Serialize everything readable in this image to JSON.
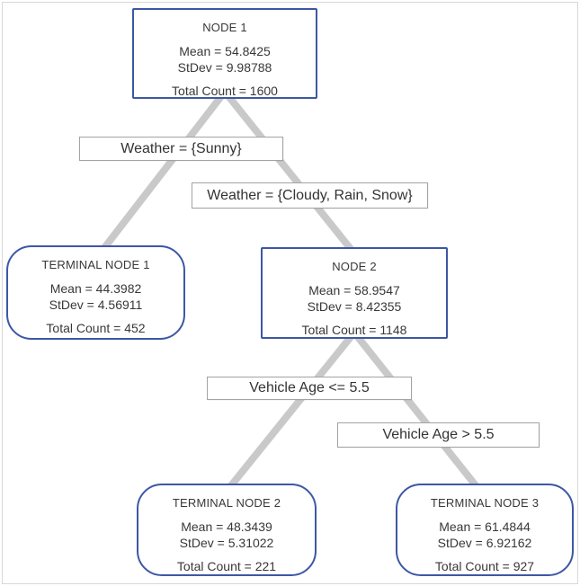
{
  "colors": {
    "background": "#ffffff",
    "frame_border": "#d7d7d7",
    "node_border": "#3d57a5",
    "node_fill": "#ffffff",
    "edge_line": "#c9c9c9",
    "edge_label_border": "#a3a3a3",
    "text": "#383838"
  },
  "tree": {
    "type": "decision-tree",
    "nodes": [
      {
        "title": "NODE 1",
        "shape": "rect",
        "mean": "Mean = 54.8425",
        "stdev": "StDev = 9.98788",
        "count": "Total Count = 1600"
      },
      {
        "title": "TERMINAL NODE 1",
        "shape": "rounded",
        "mean": "Mean = 44.3982",
        "stdev": "StDev = 4.56911",
        "count": "Total Count = 452"
      },
      {
        "title": "NODE 2",
        "shape": "rect",
        "mean": "Mean = 58.9547",
        "stdev": "StDev = 8.42355",
        "count": "Total Count = 1148"
      },
      {
        "title": "TERMINAL NODE 2",
        "shape": "rounded",
        "mean": "Mean = 48.3439",
        "stdev": "StDev = 5.31022",
        "count": "Total Count = 221"
      },
      {
        "title": "TERMINAL NODE 3",
        "shape": "rounded",
        "mean": "Mean = 61.4844",
        "stdev": "StDev = 6.92162",
        "count": "Total Count = 927"
      }
    ],
    "edges": [
      {
        "from": "NODE 1",
        "to": "TERMINAL NODE 1",
        "label": "Weather = {Sunny}"
      },
      {
        "from": "NODE 1",
        "to": "NODE 2",
        "label": "Weather = {Cloudy, Rain, Snow}"
      },
      {
        "from": "NODE 2",
        "to": "TERMINAL NODE 2",
        "label": "Vehicle Age <= 5.5"
      },
      {
        "from": "NODE 2",
        "to": "TERMINAL NODE 3",
        "label": "Vehicle Age > 5.5"
      }
    ]
  }
}
